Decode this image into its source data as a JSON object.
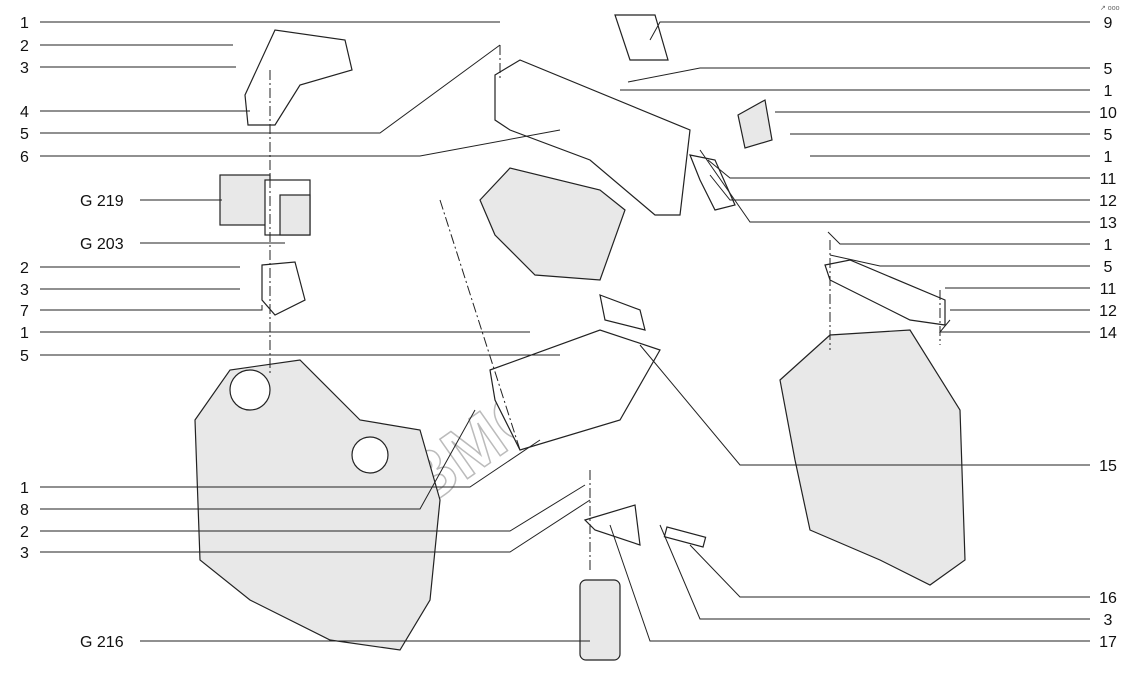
{
  "corner_mark": "↗ ooo",
  "watermark": "©BMOH",
  "left_labels": [
    "1",
    "2",
    "3",
    "4",
    "5",
    "6",
    "G 219",
    "G 203",
    "2",
    "3",
    "7",
    "1",
    "5",
    "1",
    "8",
    "2",
    "3",
    "G 216"
  ],
  "right_labels": [
    "9",
    "5",
    "1",
    "10",
    "5",
    "1",
    "11",
    "12",
    "13",
    "1",
    "5",
    "11",
    "12",
    "14",
    "15",
    "16",
    "3",
    "17"
  ]
}
